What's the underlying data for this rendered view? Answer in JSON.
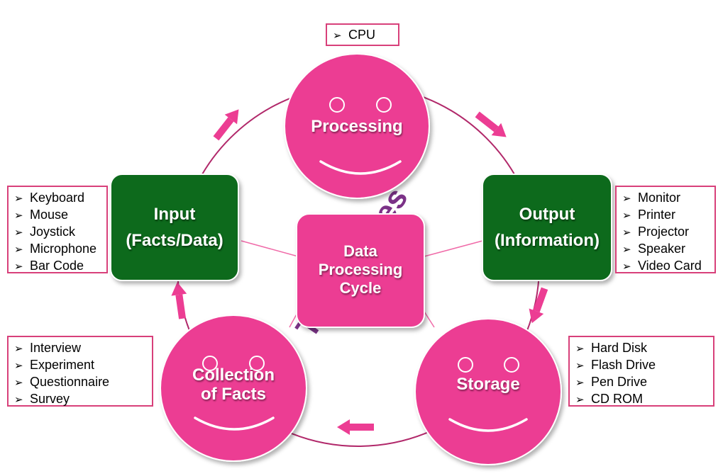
{
  "colors": {
    "pink": "#ec3d93",
    "green": "#0e6b1d",
    "border": "#d8407a",
    "watermark": "#6d1c7a",
    "cycle": "#b1286a"
  },
  "watermark": {
    "text": "Tutorialsies"
  },
  "center": {
    "line1": "Data",
    "line2": "Processing",
    "line3": "Cycle"
  },
  "nodes": {
    "processing": {
      "label": "Processing"
    },
    "output": {
      "line1": "Output",
      "line2": "(Information)"
    },
    "storage": {
      "label": "Storage"
    },
    "collection": {
      "line1": "Collection",
      "line2": "of Facts"
    },
    "input": {
      "line1": "Input",
      "line2": "(Facts/Data)"
    }
  },
  "lists": {
    "processing": [
      "CPU"
    ],
    "input": [
      "Keyboard",
      "Mouse",
      "Joystick",
      "Microphone",
      "Bar Code"
    ],
    "output": [
      "Monitor",
      "Printer",
      "Projector",
      "Speaker",
      "Video Card"
    ],
    "collection": [
      "Interview",
      "Experiment",
      "Questionnaire",
      "Survey"
    ],
    "storage": [
      "Hard Disk",
      "Flash Drive",
      "Pen Drive",
      "CD ROM"
    ]
  },
  "icons": {
    "bullet": "arrowhead-bullet-icon",
    "face": "smiley-face-icon",
    "flow": "flow-arrow-icon"
  }
}
